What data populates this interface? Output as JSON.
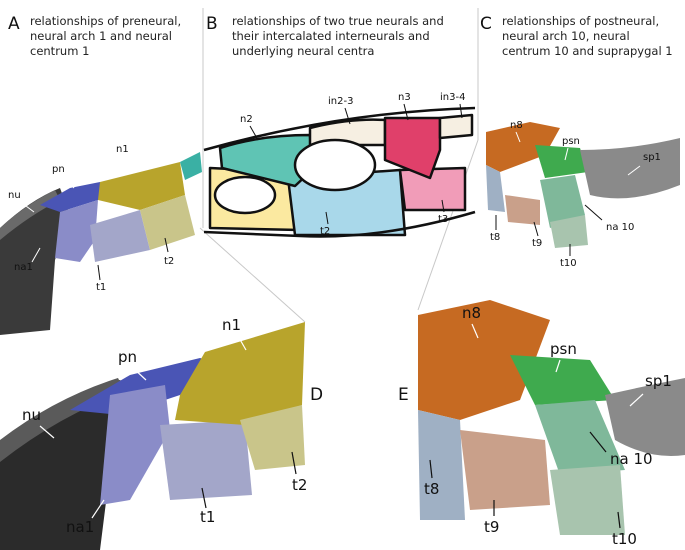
{
  "panels": {
    "A": {
      "letter": "A",
      "caption_lines": [
        "relationships of preneural,",
        "neural arch 1 and neural",
        "centrum 1"
      ]
    },
    "B": {
      "letter": "B",
      "caption_lines": [
        "relationships of two true neurals and",
        "their intercalated interneurals and",
        "underlying neural centra"
      ]
    },
    "C": {
      "letter": "C",
      "caption_lines": [
        "relationships of postneural,",
        "neural arch 10, neural",
        "centrum 10 and suprapygal 1"
      ]
    },
    "D": {
      "letter": "D"
    },
    "E": {
      "letter": "E"
    }
  },
  "labels": {
    "A": {
      "nu": "nu",
      "pn": "pn",
      "n1": "n1",
      "na1": "na1",
      "t1": "t1",
      "t2": "t2"
    },
    "B": {
      "n2": "n2",
      "in23": "in2-3",
      "n3": "n3",
      "in34": "in3-4",
      "t2": "t2",
      "t3": "t3"
    },
    "C": {
      "n8": "n8",
      "psn": "psn",
      "sp1": "sp1",
      "t8": "t8",
      "t9": "t9",
      "na10": "na 10",
      "t10": "t10"
    },
    "D": {
      "nu": "nu",
      "pn": "pn",
      "n1": "n1",
      "na1": "na1",
      "t1": "t1",
      "t2": "t2"
    },
    "E": {
      "n8": "n8",
      "psn": "psn",
      "sp1": "sp1",
      "t8": "t8",
      "t9": "t9",
      "na10": "na 10",
      "t10": "t10"
    }
  },
  "colors": {
    "nu": "#5a5a5a",
    "na_dark": "#2b2b2b",
    "pn": "#4a55b5",
    "n1": "#b8a42c",
    "na1": "#8a8cc8",
    "t1": "#a3a6c9",
    "t2": "#c9c58a",
    "teal": "#3ab0a4",
    "n8": "#c66a22",
    "psn": "#3faa4e",
    "sp1": "#8a8a8a",
    "t8": "#9fb0c4",
    "t9": "#c9a08a",
    "na10": "#7fb89a",
    "t10": "#a8c4ae",
    "b_n2": "#5fc4b4",
    "b_in": "#f6efe2",
    "b_n3": "#e0406a",
    "b_t2": "#a9d8ea",
    "b_t3": "#f19cb8",
    "b_yellow": "#fbe9a0"
  }
}
